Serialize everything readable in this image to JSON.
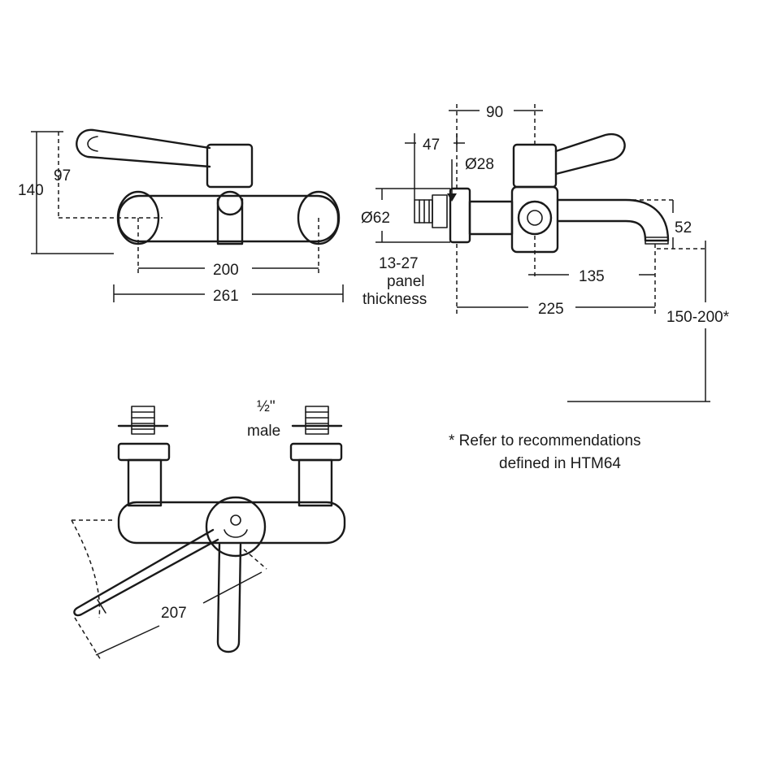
{
  "dimensions": {
    "front_height_total": "140",
    "front_height_inner": "97",
    "front_centres": "200",
    "front_width": "261",
    "side_depth_top": "90",
    "side_depth_47": "47",
    "side_dia_28": "Ø28",
    "side_dia_62": "Ø62",
    "panel_thickness": [
      "13-27",
      "panel",
      "thickness"
    ],
    "spout_height": "52",
    "spout_reach": "135",
    "side_depth_total": "225",
    "mount_height": "150-200*",
    "inlet_size": [
      "½\"",
      "male"
    ],
    "lever_length": "207"
  },
  "note": {
    "line1": "* Refer to recommendations",
    "line2": "defined in HTM64"
  }
}
